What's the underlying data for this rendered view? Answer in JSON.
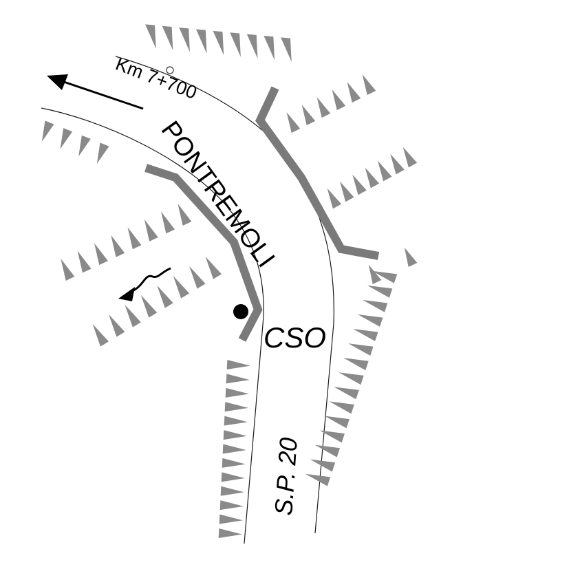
{
  "map": {
    "road_direction_label": "Km 7+700",
    "road_name": "PONTREMOLI",
    "junction_label": "CSO",
    "provincial_road_label": "S.P. 20"
  },
  "colors": {
    "road_edges": "#1a1a1a",
    "guardrail": "#7a7a7a",
    "embankment_hachure": "#8a8a8a",
    "background": "#ffffff"
  },
  "icons": [
    "direction-arrow-icon",
    "flow-arrow-icon",
    "junction-marker-icon",
    "milestone-marker-icon"
  ]
}
